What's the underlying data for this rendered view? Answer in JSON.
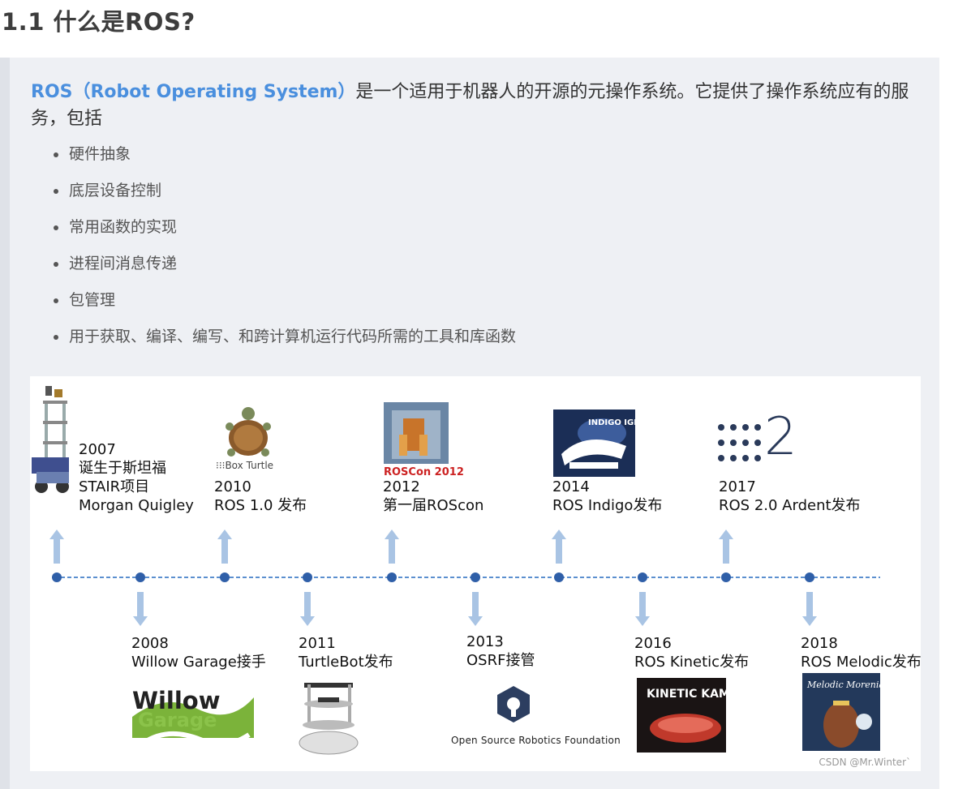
{
  "page": {
    "title": "1.1 什么是ROS?"
  },
  "intro": {
    "highlight": "ROS（Robot Operating System）",
    "text": "是一个适用于机器人的开源的元操作系统。它提供了操作系统应有的服务，包括"
  },
  "features": [
    "硬件抽象",
    "底层设备控制",
    "常用函数的实现",
    "进程间消息传递",
    "包管理",
    "用于获取、编译、编写、和跨计算机运行代码所需的工具和库函数"
  ],
  "timeline": {
    "events": [
      {
        "year": "2007",
        "lines": [
          "诞生于斯坦福",
          "STAIR项目",
          "Morgan Quigley"
        ]
      },
      {
        "year": "2008",
        "lines": [
          "Willow Garage接手"
        ]
      },
      {
        "year": "2010",
        "lines": [
          "ROS 1.0 发布"
        ]
      },
      {
        "year": "2011",
        "lines": [
          "TurtleBot发布"
        ]
      },
      {
        "year": "2012",
        "lines": [
          "第一届ROScon"
        ]
      },
      {
        "year": "2013",
        "lines": [
          "OSRF接管"
        ]
      },
      {
        "year": "2014",
        "lines": [
          "ROS Indigo发布"
        ]
      },
      {
        "year": "2016",
        "lines": [
          "ROS Kinetic发布"
        ]
      },
      {
        "year": "2017",
        "lines": [
          "ROS 2.0 Ardent发布"
        ]
      },
      {
        "year": "2018",
        "lines": [
          "ROS Melodic发布"
        ]
      }
    ],
    "logo_text": {
      "box_turtle": "Box Turtle",
      "roscon": "ROSCon 2012",
      "indigo": "INDIGO IGLOO",
      "willow_1": "Willow",
      "willow_2": "Garage",
      "osrf": "Open Source Robotics Foundation",
      "kinetic": "KINETIC KAME",
      "melodic": "Melodic Morenia",
      "ros2": "2"
    }
  },
  "watermark": "CSDN @Mr.Winter`",
  "colors": {
    "accent": "#4a8fde",
    "timeline_line": "#5b8fcf",
    "arrow": "#a9c4e4"
  }
}
